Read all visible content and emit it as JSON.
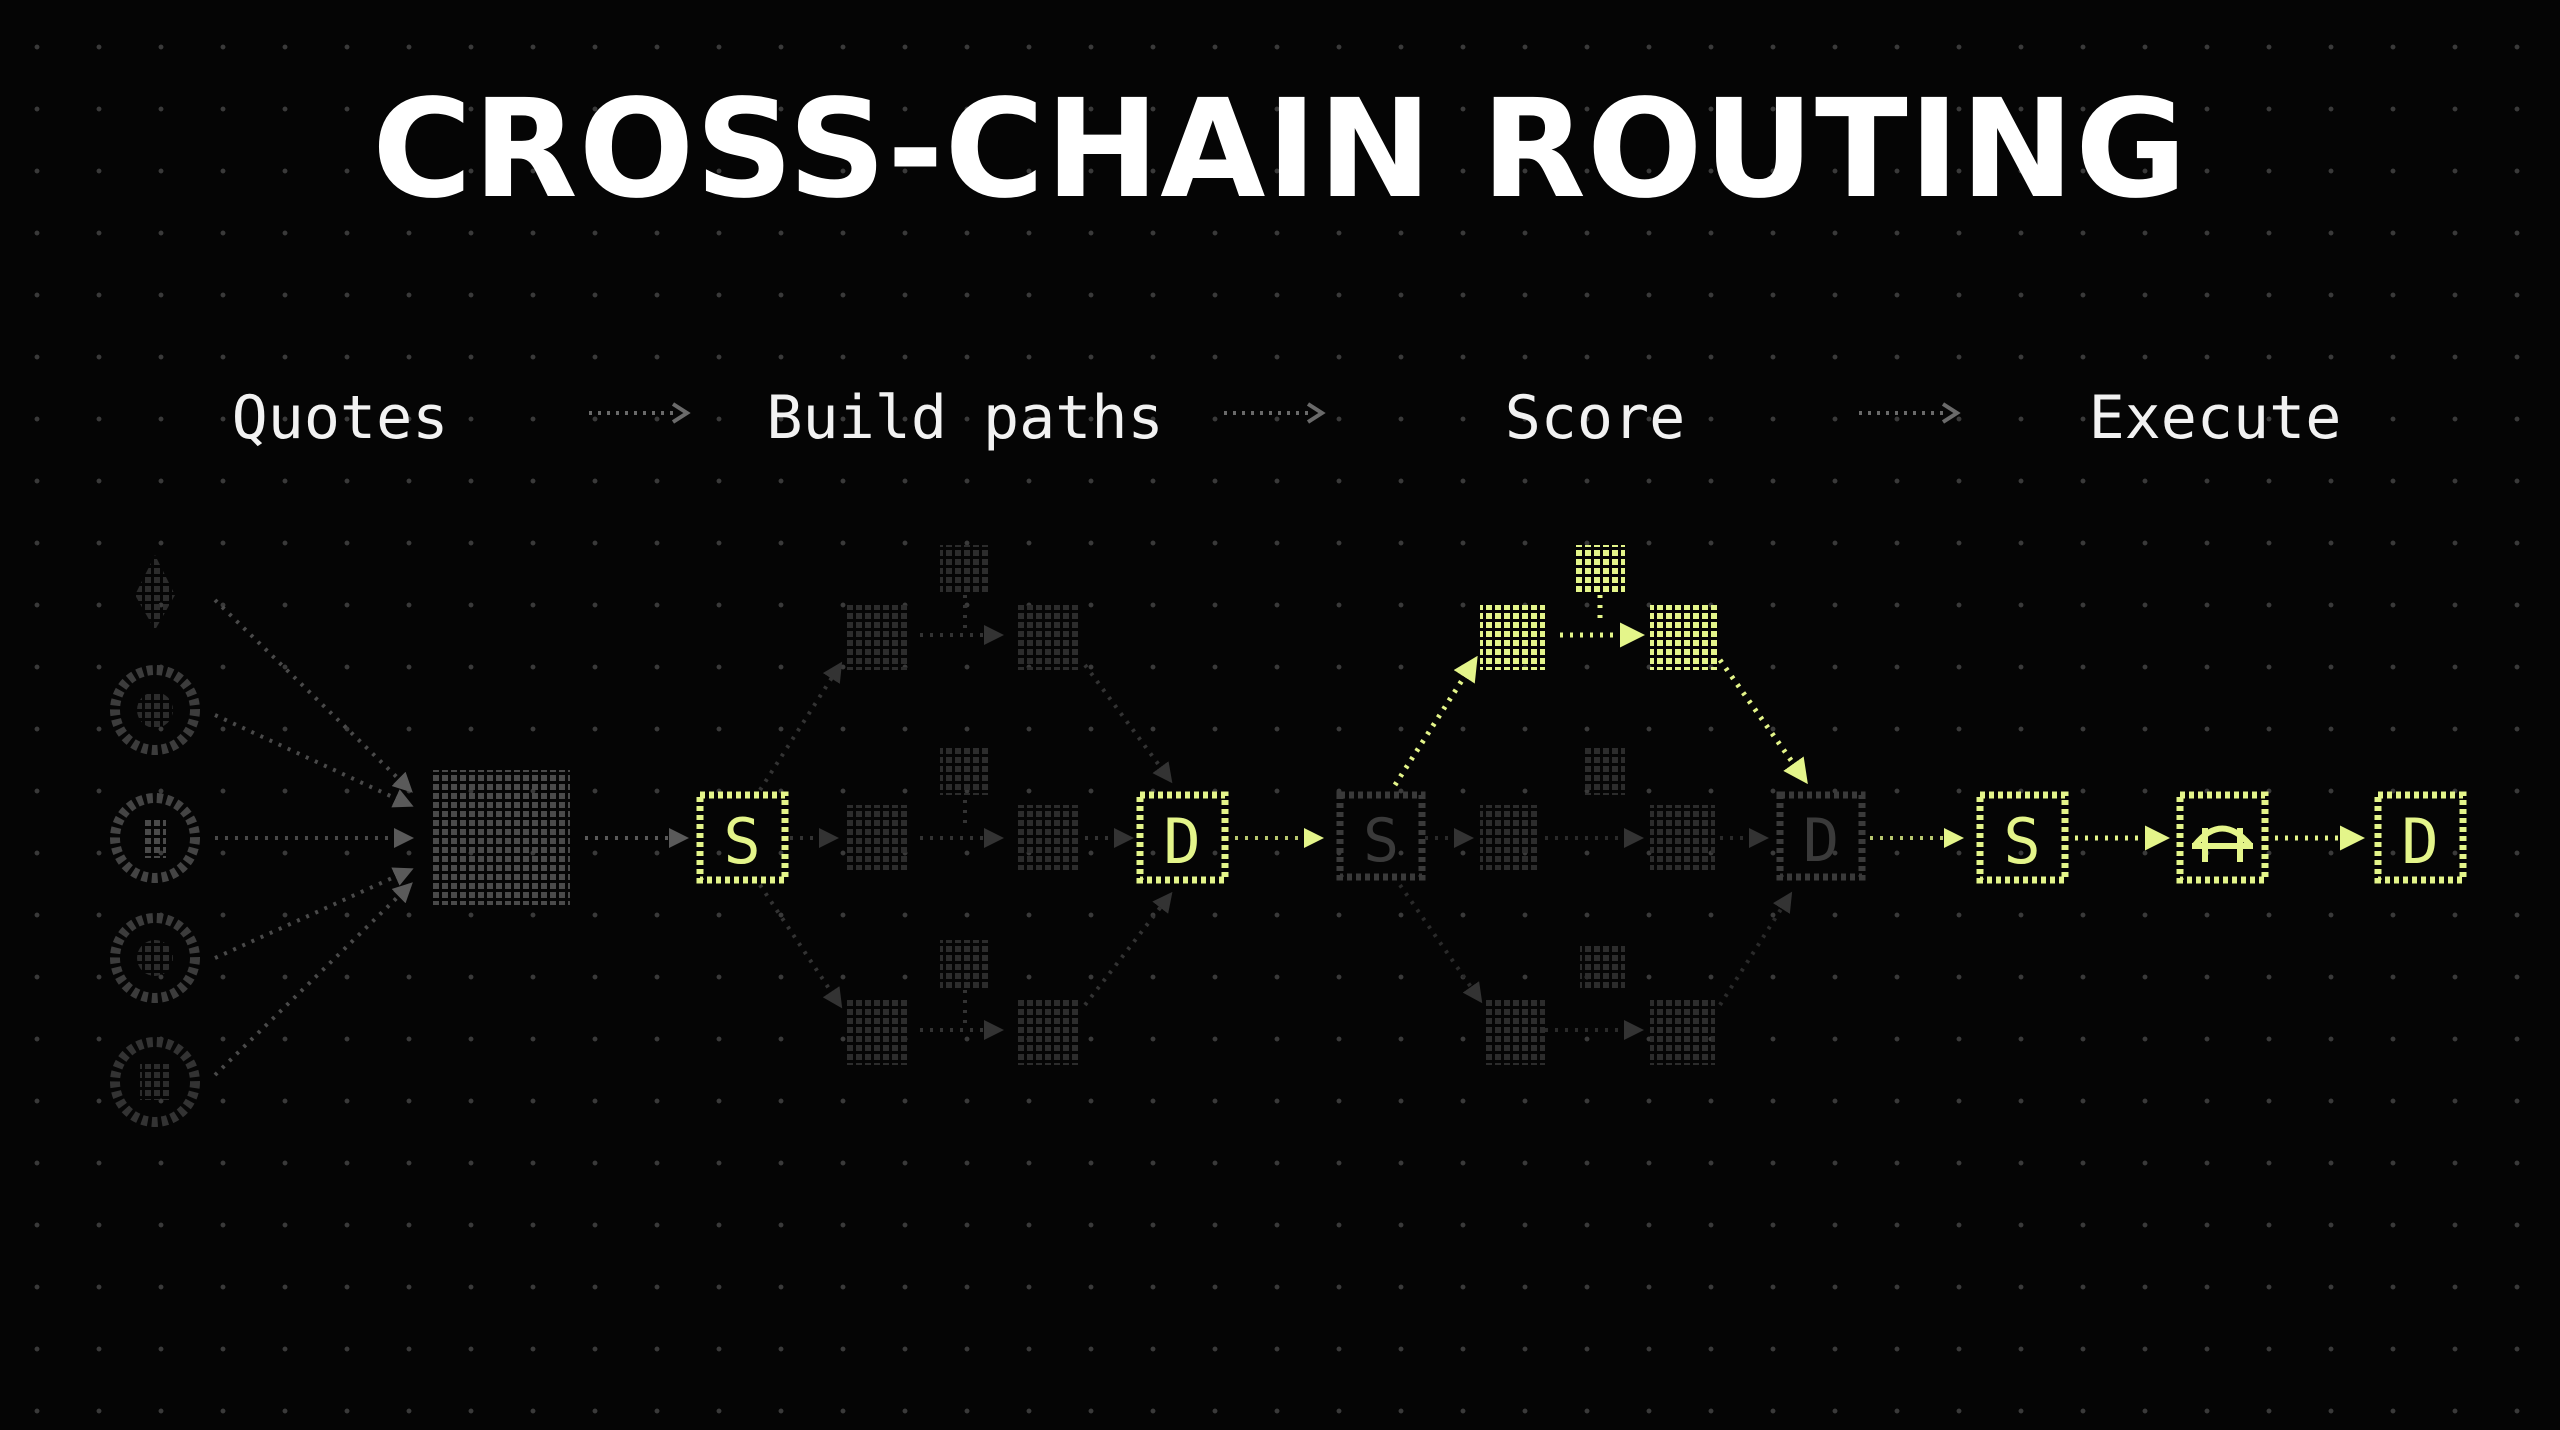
{
  "title": "CROSS-CHAIN ROUTING",
  "steps": [
    {
      "label": "Quotes"
    },
    {
      "label": "Build paths"
    },
    {
      "label": "Score"
    },
    {
      "label": "Execute"
    }
  ],
  "nodes": {
    "source": "S",
    "destination": "D"
  },
  "colors": {
    "background": "#050505",
    "accent": "#e4f58a",
    "dim": "#4a4a4a",
    "text": "#ffffff"
  },
  "icons": [
    "token-icon",
    "aggregator-icon",
    "bridge-icon"
  ]
}
